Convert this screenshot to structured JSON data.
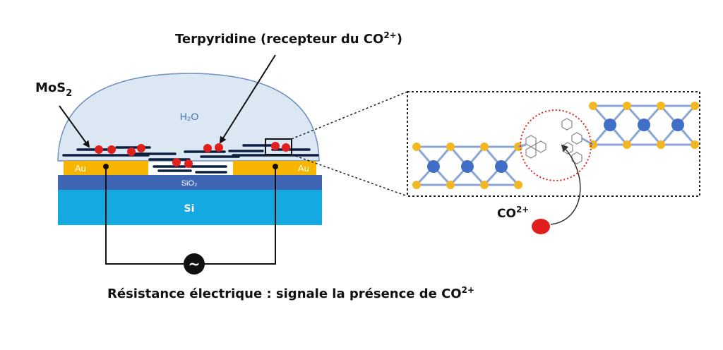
{
  "labels": {
    "mos2_base": "MoS",
    "mos2_sub": "2",
    "receptor_title": "Terpyridine (recepteur du  CO",
    "receptor_sup": "2+",
    "receptor_close": ")",
    "water": "H₂O",
    "au_left": "Au",
    "au_right": "Au",
    "sio2": "SiO₂",
    "si": "Si",
    "ion_base": "CO",
    "ion_sup": "2+",
    "ac_source": "~",
    "resistance_text": "Résistance électrique : signale la présence de CO",
    "resistance_sup": "2+"
  },
  "colors": {
    "droplet": "#dbe7f3",
    "droplet_stroke": "#6f8fbf",
    "water_text": "#3a6fb0",
    "gold": "#f7b500",
    "sio2": "#3f66b5",
    "si": "#15a9e1",
    "flake": "#0c1f3f",
    "receptor_dot": "#e0201c",
    "mo_atom": "#3f6fc7",
    "s_atom": "#f2b824",
    "bond": "#8aa6d6"
  },
  "icons": {
    "ac_source": "ac-source-icon",
    "ion": "metal-ion-icon"
  }
}
